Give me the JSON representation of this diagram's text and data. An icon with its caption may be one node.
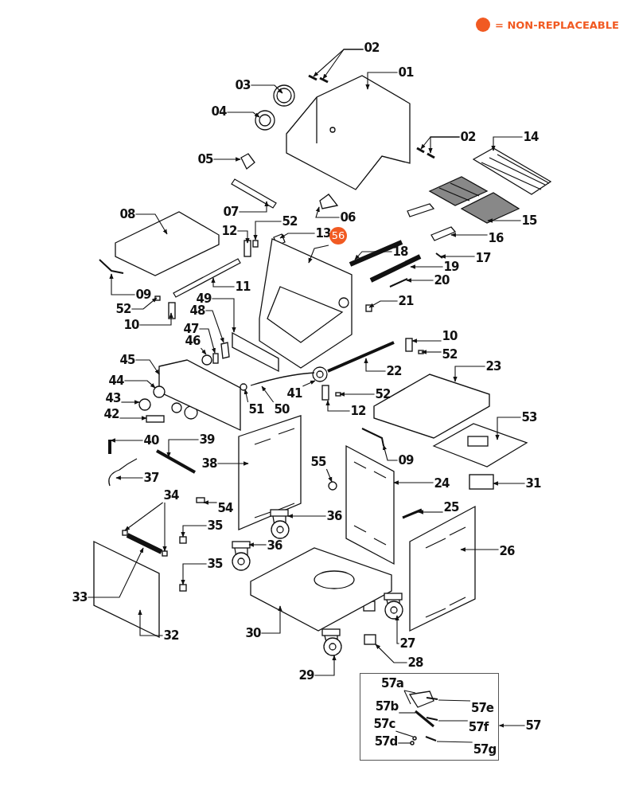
{
  "diagram": {
    "nodes": [
      {
        "text": [
          "02"
        ]
      },
      {
        "text": [
          "01"
        ]
      },
      {
        "text": [
          "03"
        ]
      },
      {
        "text": [
          "04"
        ]
      },
      {
        "text": [
          "02"
        ]
      },
      {
        "text": [
          "14"
        ]
      },
      {
        "text": [
          "05"
        ]
      },
      {
        "text": [
          "07"
        ]
      },
      {
        "text": [
          "06"
        ]
      },
      {
        "text": [
          "08"
        ]
      },
      {
        "text": [
          "52"
        ]
      },
      {
        "text": [
          "15"
        ]
      },
      {
        "text": [
          "12"
        ]
      },
      {
        "text": [
          "13"
        ]
      },
      {
        "text": [
          "56"
        ]
      },
      {
        "text": [
          "16"
        ]
      },
      {
        "text": [
          "18"
        ]
      },
      {
        "text": [
          "17"
        ]
      },
      {
        "text": [
          "11"
        ]
      },
      {
        "text": [
          "19"
        ]
      },
      {
        "text": [
          "09"
        ]
      },
      {
        "text": [
          "20"
        ]
      },
      {
        "text": [
          "49"
        ]
      },
      {
        "text": [
          "21"
        ]
      },
      {
        "text": [
          "52"
        ]
      },
      {
        "text": [
          "48"
        ]
      },
      {
        "text": [
          "10"
        ]
      },
      {
        "text": [
          "47"
        ]
      },
      {
        "text": [
          "46"
        ]
      },
      {
        "text": [
          "10"
        ]
      },
      {
        "text": [
          "52"
        ]
      },
      {
        "text": [
          "45"
        ]
      },
      {
        "text": [
          "22"
        ]
      },
      {
        "text": [
          "23"
        ]
      },
      {
        "text": [
          "44"
        ]
      },
      {
        "text": [
          "41"
        ]
      },
      {
        "text": [
          "52"
        ]
      },
      {
        "text": [
          "43"
        ]
      },
      {
        "text": [
          "51"
        ]
      },
      {
        "text": [
          "50"
        ]
      },
      {
        "text": [
          "12"
        ]
      },
      {
        "text": [
          "42"
        ]
      },
      {
        "text": [
          "53"
        ]
      },
      {
        "text": [
          "40"
        ]
      },
      {
        "text": [
          "39"
        ]
      },
      {
        "text": [
          "38"
        ]
      },
      {
        "text": [
          "09"
        ]
      },
      {
        "text": [
          "55"
        ]
      },
      {
        "text": [
          "37"
        ]
      },
      {
        "text": [
          "24"
        ]
      },
      {
        "text": [
          "31"
        ]
      },
      {
        "text": [
          "34"
        ]
      },
      {
        "text": [
          "54"
        ]
      },
      {
        "text": [
          "25"
        ]
      },
      {
        "text": [
          "36"
        ]
      },
      {
        "text": [
          "35"
        ]
      },
      {
        "text": [
          "26"
        ]
      },
      {
        "text": [
          "36"
        ]
      },
      {
        "text": [
          "35"
        ]
      },
      {
        "text": [
          "33"
        ]
      },
      {
        "text": [
          "30"
        ]
      },
      {
        "text": [
          "32"
        ]
      },
      {
        "text": [
          "27"
        ]
      },
      {
        "text": [
          "28"
        ]
      },
      {
        "text": [
          "29"
        ]
      },
      {
        "text": [
          "57"
        ]
      },
      {
        "text": [],
        "shape": "box"
      },
      {
        "text": [
          "57a"
        ],
        "in": 66
      },
      {
        "text": [
          "57b"
        ],
        "in": 66
      },
      {
        "text": [
          "57c"
        ],
        "in": 66
      },
      {
        "text": [
          "57d"
        ],
        "in": 66
      },
      {
        "text": [
          "57e"
        ],
        "in": 66
      },
      {
        "text": [
          "57f"
        ],
        "in": 66
      },
      {
        "text": [
          "57g"
        ],
        "in": 66
      },
      {
        "text": [],
        "shape": "bar"
      },
      {
        "text": [],
        "shape": "bar"
      },
      {
        "text": [],
        "shape": "picture"
      },
      {
        "text": [],
        "shape": "picture"
      },
      {
        "text": [],
        "shape": "picture"
      },
      {
        "text": [],
        "shape": "bar"
      },
      {
        "text": [],
        "shape": "bar"
      },
      {
        "text": [],
        "shape": "picture"
      },
      {
        "text": [],
        "shape": "picture"
      },
      {
        "text": [],
        "shape": "bar"
      },
      {
        "text": [],
        "shape": "picture"
      },
      {
        "text": [],
        "shape": "picture"
      },
      {
        "text": [],
        "shape": "box"
      },
      {
        "text": [],
        "shape": "picture"
      },
      {
        "text": [],
        "shape": "box"
      },
      {
        "text": [],
        "shape": "picture"
      },
      {
        "text": [],
        "shape": "picture"
      },
      {
        "text": [],
        "shape": "picture"
      },
      {
        "text": [],
        "shape": "bar"
      },
      {
        "text": [],
        "shape": "bar"
      },
      {
        "text": [],
        "shape": "bar"
      },
      {
        "text": [],
        "shape": "bar"
      },
      {
        "text": [],
        "shape": "picture"
      },
      {
        "text": [],
        "shape": "bar"
      },
      {
        "text": [],
        "shape": "box"
      },
      {
        "text": [],
        "shape": "box"
      },
      {
        "text": [],
        "shape": "box"
      },
      {
        "text": [],
        "shape": "box"
      },
      {
        "text": [],
        "shape": "box"
      },
      {
        "text": [],
        "shape": "box"
      },
      {
        "text": [],
        "shape": "circle"
      },
      {
        "text": [],
        "shape": "box"
      },
      {
        "text": [],
        "shape": "box"
      },
      {
        "text": [],
        "shape": "box"
      },
      {
        "text": [],
        "shape": "bar"
      },
      {
        "text": [],
        "shape": "box"
      },
      {
        "text": [],
        "shape": "circle"
      },
      {
        "text": [],
        "shape": "picture"
      },
      {
        "text": [],
        "shape": "box"
      },
      {
        "text": [],
        "shape": "circle"
      },
      {
        "text": [],
        "shape": "circle"
      },
      {
        "text": [],
        "shape": "picture"
      },
      {
        "text": [],
        "shape": "box"
      },
      {
        "text": [],
        "shape": "box"
      },
      {
        "text": [],
        "shape": "picture"
      },
      {
        "text": [],
        "shape": "bar"
      },
      {
        "text": [],
        "shape": "bar"
      },
      {
        "text": [],
        "shape": "picture"
      },
      {
        "text": [],
        "shape": "picture"
      },
      {
        "text": [],
        "shape": "circle"
      },
      {
        "text": [],
        "shape": "picture"
      },
      {
        "text": [],
        "shape": "picture"
      },
      {
        "text": [],
        "shape": "box"
      },
      {
        "text": [],
        "shape": "box"
      },
      {
        "text": [],
        "shape": "box"
      },
      {
        "text": [],
        "shape": "box"
      },
      {
        "text": [],
        "shape": "bar"
      },
      {
        "text": [],
        "shape": "picture"
      },
      {
        "text": [],
        "shape": "box"
      },
      {
        "text": [],
        "shape": "picture"
      },
      {
        "text": [],
        "shape": "picture"
      },
      {
        "text": [],
        "shape": "box"
      },
      {
        "text": [],
        "shape": "bar"
      },
      {
        "text": [],
        "shape": "picture"
      },
      {
        "text": [],
        "shape": "box"
      },
      {
        "text": [],
        "shape": "picture"
      },
      {
        "text": [],
        "shape": "box"
      },
      {
        "text": [],
        "shape": "picture"
      },
      {
        "text": [],
        "shape": "picture",
        "in": 66
      },
      {
        "text": [],
        "shape": "bar",
        "in": 66
      },
      {
        "text": [],
        "shape": "circle",
        "in": 66
      },
      {
        "text": [],
        "shape": "circle",
        "in": 66
      },
      {
        "text": [],
        "shape": "bar",
        "in": 66
      },
      {
        "text": [],
        "shape": "bar",
        "in": 66
      },
      {
        "text": [],
        "shape": "bar",
        "in": 66
      }
    ],
    "edges": [
      {
        "from": 0,
        "to": 74,
        "arrow": "to"
      },
      {
        "from": 0,
        "to": 75,
        "arrow": "to"
      },
      {
        "from": 1,
        "to": 76,
        "arrow": "to"
      },
      {
        "from": 2,
        "to": 77,
        "arrow": "to"
      },
      {
        "from": 3,
        "to": 78,
        "arrow": "to"
      },
      {
        "from": 4,
        "to": 79,
        "arrow": "to"
      },
      {
        "from": 4,
        "to": 80,
        "arrow": "to"
      },
      {
        "from": 5,
        "to": 81,
        "arrow": "to"
      },
      {
        "from": 6,
        "to": 82,
        "arrow": "to"
      },
      {
        "from": 7,
        "to": 83,
        "arrow": "to"
      },
      {
        "from": 8,
        "to": 84,
        "arrow": "to"
      },
      {
        "from": 9,
        "to": 85,
        "arrow": "to"
      },
      {
        "from": 10,
        "to": 86,
        "arrow": "to"
      },
      {
        "from": 11,
        "to": 87,
        "arrow": "to"
      },
      {
        "from": 12,
        "to": 88,
        "arrow": "to"
      },
      {
        "from": 13,
        "to": 89,
        "arrow": "to"
      },
      {
        "from": 14,
        "to": 90,
        "arrow": "to"
      },
      {
        "from": 15,
        "to": 91,
        "arrow": "to"
      },
      {
        "from": 16,
        "to": 92,
        "arrow": "to"
      },
      {
        "from": 17,
        "to": 93,
        "arrow": "to"
      },
      {
        "from": 18,
        "to": 94,
        "arrow": "to"
      },
      {
        "from": 19,
        "to": 95,
        "arrow": "to"
      },
      {
        "from": 20,
        "to": 96,
        "arrow": "to"
      },
      {
        "from": 21,
        "to": 97,
        "arrow": "to"
      },
      {
        "from": 22,
        "to": 98,
        "arrow": "to"
      },
      {
        "from": 23,
        "to": 99,
        "arrow": "to"
      },
      {
        "from": 24,
        "to": 100,
        "arrow": "to"
      },
      {
        "from": 25,
        "to": 101,
        "arrow": "to"
      },
      {
        "from": 26,
        "to": 102,
        "arrow": "to"
      },
      {
        "from": 27,
        "to": 103,
        "arrow": "to"
      },
      {
        "from": 28,
        "to": 104,
        "arrow": "to"
      },
      {
        "from": 29,
        "to": 105,
        "arrow": "to"
      },
      {
        "from": 30,
        "to": 106,
        "arrow": "to"
      },
      {
        "from": 31,
        "to": 107,
        "arrow": "to"
      },
      {
        "from": 32,
        "to": 108,
        "arrow": "to"
      },
      {
        "from": 33,
        "to": 109,
        "arrow": "to"
      },
      {
        "from": 34,
        "to": 110,
        "arrow": "to"
      },
      {
        "from": 35,
        "to": 111,
        "arrow": "to"
      },
      {
        "from": 36,
        "to": 112,
        "arrow": "to"
      },
      {
        "from": 37,
        "to": 113,
        "arrow": "to"
      },
      {
        "from": 38,
        "to": 114,
        "arrow": "to"
      },
      {
        "from": 39,
        "to": 115,
        "arrow": "to"
      },
      {
        "from": 40,
        "to": 116,
        "arrow": "to"
      },
      {
        "from": 41,
        "to": 117,
        "arrow": "to"
      },
      {
        "from": 42,
        "to": 118,
        "arrow": "to"
      },
      {
        "from": 43,
        "to": 119,
        "arrow": "to"
      },
      {
        "from": 44,
        "to": 120,
        "arrow": "to"
      },
      {
        "from": 45,
        "to": 121,
        "arrow": "to"
      },
      {
        "from": 46,
        "to": 122,
        "arrow": "to"
      },
      {
        "from": 47,
        "to": 123,
        "arrow": "to"
      },
      {
        "from": 48,
        "to": 124,
        "arrow": "to"
      },
      {
        "from": 49,
        "to": 125,
        "arrow": "to"
      },
      {
        "from": 50,
        "to": 126,
        "arrow": "to"
      },
      {
        "from": 51,
        "to": 127,
        "arrow": "to"
      },
      {
        "from": 51,
        "to": 128,
        "arrow": "to"
      },
      {
        "from": 52,
        "to": 129,
        "arrow": "to"
      },
      {
        "from": 53,
        "to": 130,
        "arrow": "to"
      },
      {
        "from": 54,
        "to": 131,
        "arrow": "to"
      },
      {
        "from": 55,
        "to": 132,
        "arrow": "to"
      },
      {
        "from": 56,
        "to": 133,
        "arrow": "to"
      },
      {
        "from": 57,
        "to": 134,
        "arrow": "to"
      },
      {
        "from": 58,
        "to": 135,
        "arrow": "to"
      },
      {
        "from": 59,
        "to": 136,
        "arrow": "to"
      },
      {
        "from": 60,
        "to": 137,
        "arrow": "to"
      },
      {
        "from": 61,
        "to": 138,
        "arrow": "to"
      },
      {
        "from": 62,
        "to": 139,
        "arrow": "to"
      },
      {
        "from": 63,
        "to": 140,
        "arrow": "to"
      },
      {
        "from": 64,
        "to": 141,
        "arrow": "to"
      },
      {
        "from": 65,
        "to": 66,
        "arrow": "to"
      },
      {
        "from": 67,
        "to": 142,
        "arrow": "none"
      },
      {
        "from": 67,
        "to": 142,
        "arrow": "none"
      },
      {
        "from": 68,
        "to": 143,
        "arrow": "none"
      },
      {
        "from": 69,
        "to": 144,
        "arrow": "none"
      },
      {
        "from": 70,
        "to": 145,
        "arrow": "none"
      },
      {
        "from": 71,
        "to": 146,
        "arrow": "none"
      },
      {
        "from": 72,
        "to": 147,
        "arrow": "none"
      },
      {
        "from": 73,
        "to": 148,
        "arrow": "none"
      }
    ],
    "legend": [
      {
        "text": "= NON-REPLACEABLE",
        "color": "#f15a22"
      }
    ]
  }
}
